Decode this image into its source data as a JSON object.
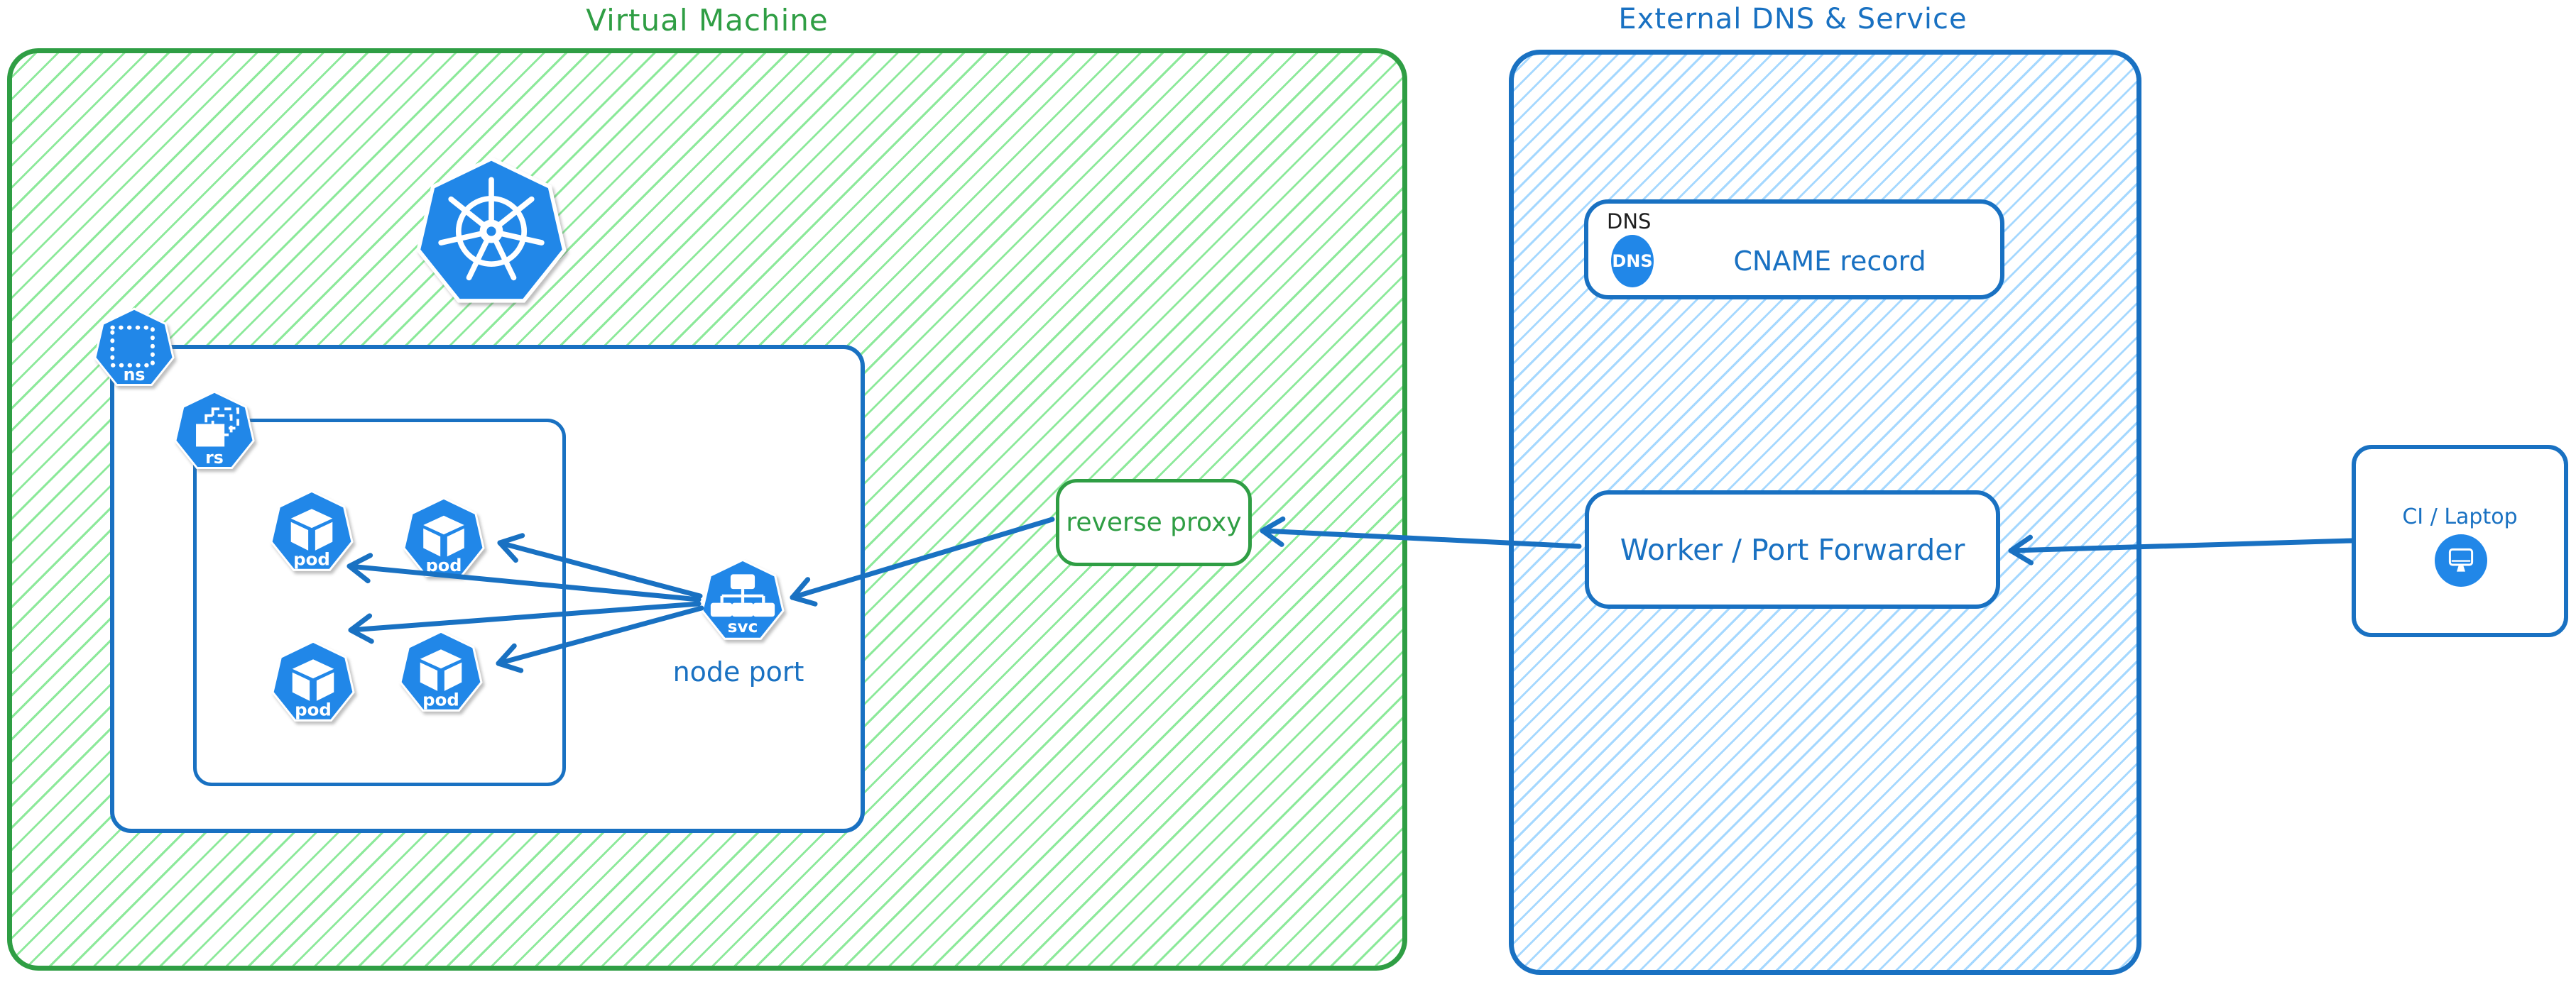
{
  "vm_group": {
    "title": "Virtual Machine",
    "kubernetes_logo": "kubernetes-logo",
    "namespace_icon": {
      "label": "ns"
    },
    "replicaset_icon": {
      "label": "rs"
    },
    "pods": [
      {
        "label": "pod"
      },
      {
        "label": "pod"
      },
      {
        "label": "pod"
      },
      {
        "label": "pod"
      }
    ],
    "service_icon": {
      "label": "svc"
    },
    "service_caption": "node port"
  },
  "reverse_proxy": {
    "label": "reverse proxy"
  },
  "external_group": {
    "title": "External DNS & Service",
    "dns_card": {
      "tag": "DNS",
      "badge": "DNS",
      "record": "CNAME record"
    },
    "worker": {
      "label": "Worker / Port Forwarder"
    }
  },
  "client": {
    "label": "CI / Laptop",
    "icon": "monitor-icon"
  },
  "connections": [
    {
      "from": "ci-laptop",
      "to": "worker-port-forwarder"
    },
    {
      "from": "worker-port-forwarder",
      "to": "reverse-proxy"
    },
    {
      "from": "reverse-proxy",
      "to": "node-port-service"
    },
    {
      "from": "node-port-service",
      "to": "pod-1"
    },
    {
      "from": "node-port-service",
      "to": "pod-2"
    },
    {
      "from": "node-port-service",
      "to": "pod-3"
    },
    {
      "from": "node-port-service",
      "to": "pod-4"
    }
  ],
  "colors": {
    "green_stroke": "#2f9e44",
    "green_hatch": "#8ce99a",
    "blue_stroke": "#1971c2",
    "blue_hatch": "#a5d8ff",
    "icon_blue": "#2187e8",
    "text_black": "#1e1e1e"
  }
}
